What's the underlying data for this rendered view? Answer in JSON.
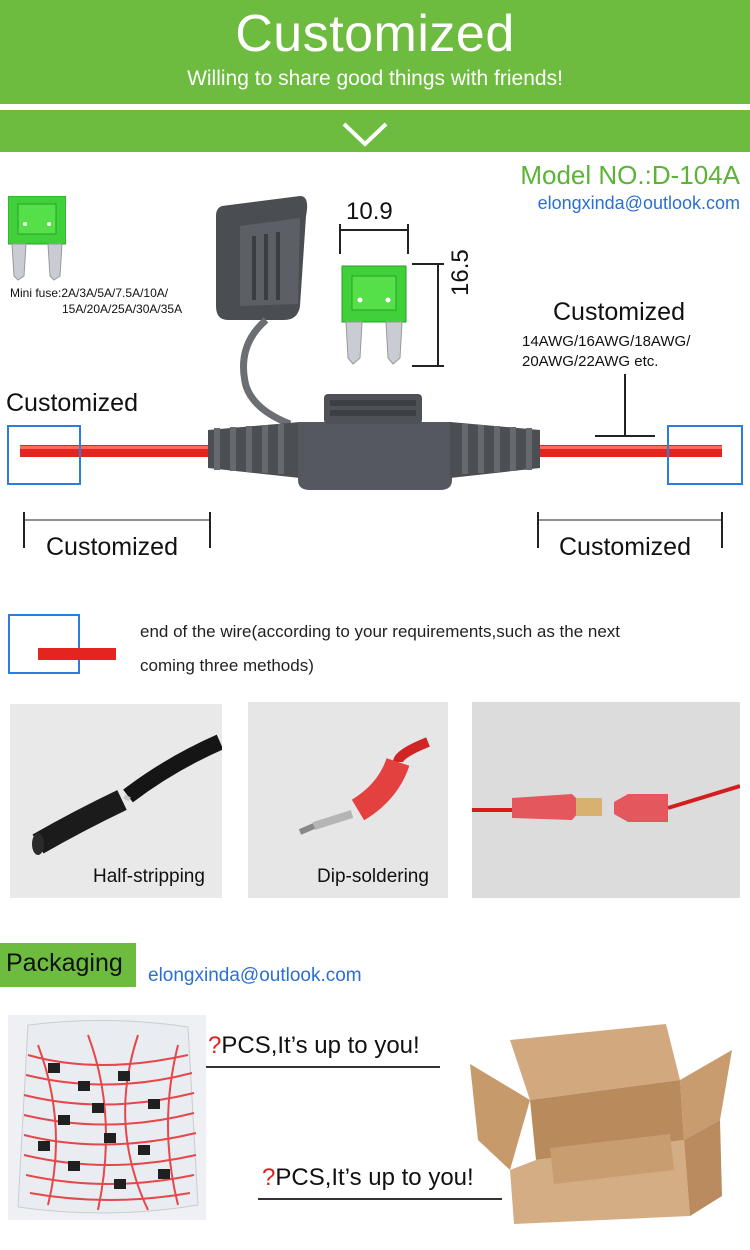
{
  "header": {
    "title": "Customized",
    "subtitle": "Willing to share good things with friends!",
    "chevron_icon": "chevron-down-icon",
    "bg_color": "#6dbb3f"
  },
  "product": {
    "model": "Model NO.:D-104A",
    "email": "elongxinda@outlook.com",
    "fuse_note_line1": "Mini fuse:2A/3A/5A/7.5A/10A/",
    "fuse_note_line2": "15A/20A/25A/30A/35A",
    "dim_width": "10.9",
    "dim_height": "16.5",
    "awg_title": "Customized",
    "awg_line1": "14AWG/16AWG/18AWG/",
    "awg_line2": "20AWG/22AWG etc.",
    "left_end_label": "Customized",
    "left_length_label": "Customized",
    "right_length_label": "Customized"
  },
  "wire_end": {
    "description_line1": "end of the wire(according to your requirements,such as the next",
    "description_line2": "coming three methods)"
  },
  "methods": [
    {
      "caption": "Half-stripping"
    },
    {
      "caption": "Dip-soldering"
    },
    {
      "caption": ""
    }
  ],
  "packaging": {
    "label": "Packaging",
    "email": "elongxinda@outlook.com",
    "bag_q": "?",
    "bag_text": "PCS,It’s up to you!",
    "box_q": "?",
    "box_text": "PCS,It’s up to you!"
  },
  "colors": {
    "accent_green": "#6dbb3f",
    "email_blue": "#2b6fd4",
    "frame_blue": "#2b7de0",
    "wire_red": "#e3241f"
  }
}
